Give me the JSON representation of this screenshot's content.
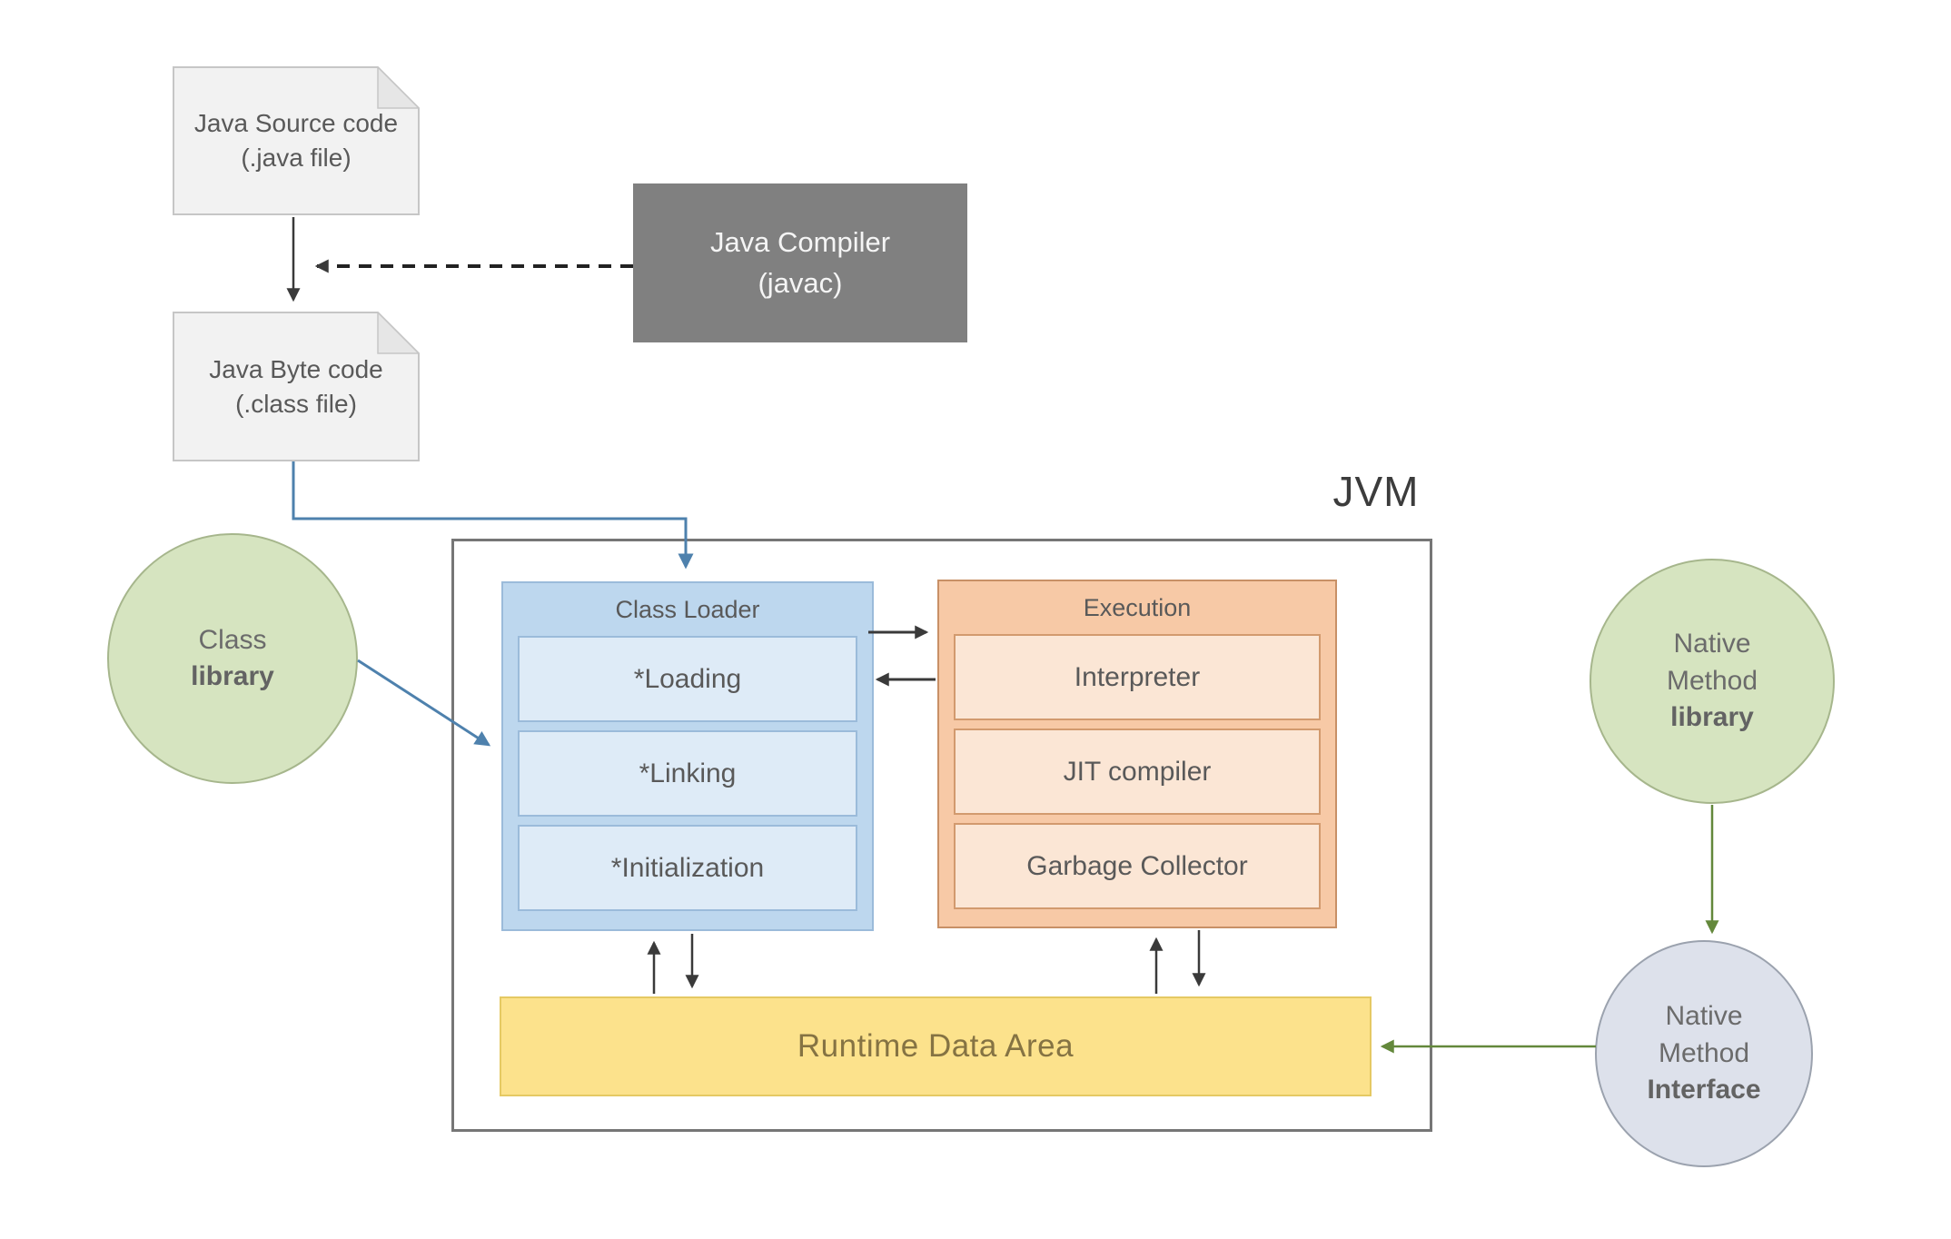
{
  "diagram": {
    "jvm_label": "JVM",
    "source_box": {
      "line1": "Java Source code",
      "line2": "(.java file)"
    },
    "compiler_box": {
      "line1": "Java Compiler",
      "line2": "(javac)"
    },
    "bytecode_box": {
      "line1": "Java Byte code",
      "line2": "(.class file)"
    },
    "class_library": {
      "line1": "Class",
      "line2": "library"
    },
    "class_loader": {
      "title": "Class Loader",
      "items": [
        "*Loading",
        "*Linking",
        "*Initialization"
      ]
    },
    "execution": {
      "title": "Execution",
      "items": [
        "Interpreter",
        "JIT compiler",
        "Garbage Collector"
      ]
    },
    "runtime_data_area": "Runtime Data Area",
    "native_method_library": {
      "line1": "Native",
      "line2": "Method",
      "line3": "library"
    },
    "native_method_interface": {
      "line1": "Native",
      "line2": "Method",
      "line3": "Interface"
    },
    "colors": {
      "doc_fill": "#F2F2F2",
      "compiler_fill": "#808080",
      "loader_header_fill": "#BDD7EE",
      "loader_item_fill": "#DEEBF7",
      "loader_border": "#9BBBDA",
      "execution_header_fill": "#F7C9A6",
      "execution_item_fill": "#FBE6D5",
      "execution_border": "#C89066",
      "runtime_fill": "#FCE28C",
      "green_circle_fill": "#D6E4C0",
      "interface_circle_fill": "#DDE1EB",
      "arrow_blue": "#4E81AD",
      "arrow_green": "#63883B",
      "arrow_black": "#3A3A3A"
    }
  }
}
